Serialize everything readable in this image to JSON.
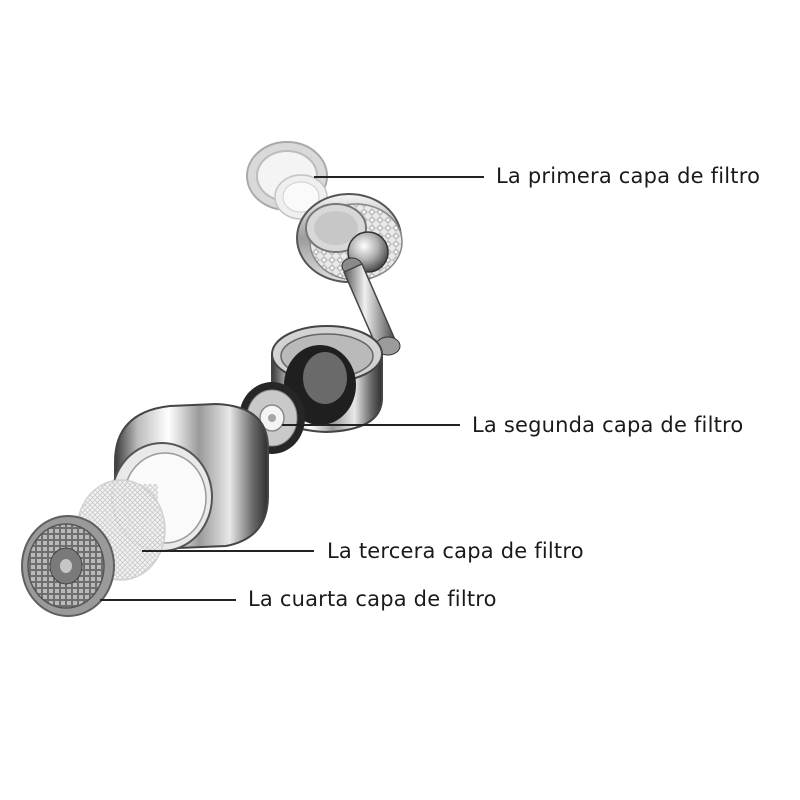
{
  "labels": {
    "layer1": "La primera capa de filtro",
    "layer2": "La segunda capa de filtro",
    "layer3": "La tercera capa de filtro",
    "layer4": "La cuarta capa de filtro"
  },
  "colors": {
    "text": "#1a1a1a",
    "leader": "#222222",
    "chrome_light": "#f2f2f2",
    "chrome_dark": "#3c3c3c",
    "rubber": "#2b2b2b",
    "mesh": "#dcdcdc",
    "aerator": "#8a8a8a"
  }
}
